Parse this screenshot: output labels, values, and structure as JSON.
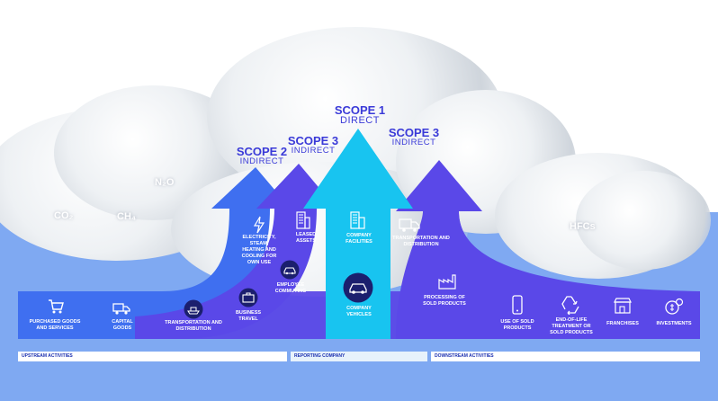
{
  "gases": {
    "co2": "CO₂",
    "ch4": "CH₄",
    "n2o": "N₂O",
    "hfcs": "HFCs"
  },
  "scopes": {
    "scope1": {
      "title": "SCOPE 1",
      "sub": "DIRECT"
    },
    "scope2": {
      "title": "SCOPE 2",
      "sub": "INDIRECT"
    },
    "scope3_up": {
      "title": "SCOPE 3",
      "sub": "INDIRECT"
    },
    "scope3_down": {
      "title": "SCOPE 3",
      "sub": "INDIRECT"
    }
  },
  "upstream": {
    "purchased": "PURCHASED GOODS AND SERVICES",
    "capital": "CAPITAL GOODS",
    "transport": "TRANSPORTATION AND DISTRIBUTION",
    "travel": "BUSINESS TRAVEL",
    "commuting": "EMPLOYEE COMMUTING",
    "electricity": "ELECTRICITY, STEAM, HEATING AND COOLING FOR OWN USE",
    "leased": "LEASED ASSETS"
  },
  "company": {
    "facilities": "COMPANY FACILITIES",
    "vehicles": "COMPANY VEHICLES"
  },
  "downstream": {
    "transport": "TRANSPORTATION AND DISTRIBUTION",
    "processing": "PROCESSING OF SOLD PRODUCTS",
    "use": "USE OF SOLD PRODUCTS",
    "eol": "END-OF-LIFE TREATMENT OR SOLD PRODUCTS",
    "franchises": "FRANCHISES",
    "investments": "INVESTMENTS"
  },
  "bars": {
    "upstream": "UPSTREAM ACTIVITIES",
    "reporting": "REPORTING COMPANY",
    "downstream": "DOWNSTREAM ACTIVITIES"
  },
  "colors": {
    "scope1": "#18c4f0",
    "scope2": "#3f6ff0",
    "scope3_up": "#5a48e8",
    "scope3_down": "#5a48e8",
    "band": "#5b48e6",
    "title": "#3a3ad8",
    "water": "#7fa9f2"
  }
}
